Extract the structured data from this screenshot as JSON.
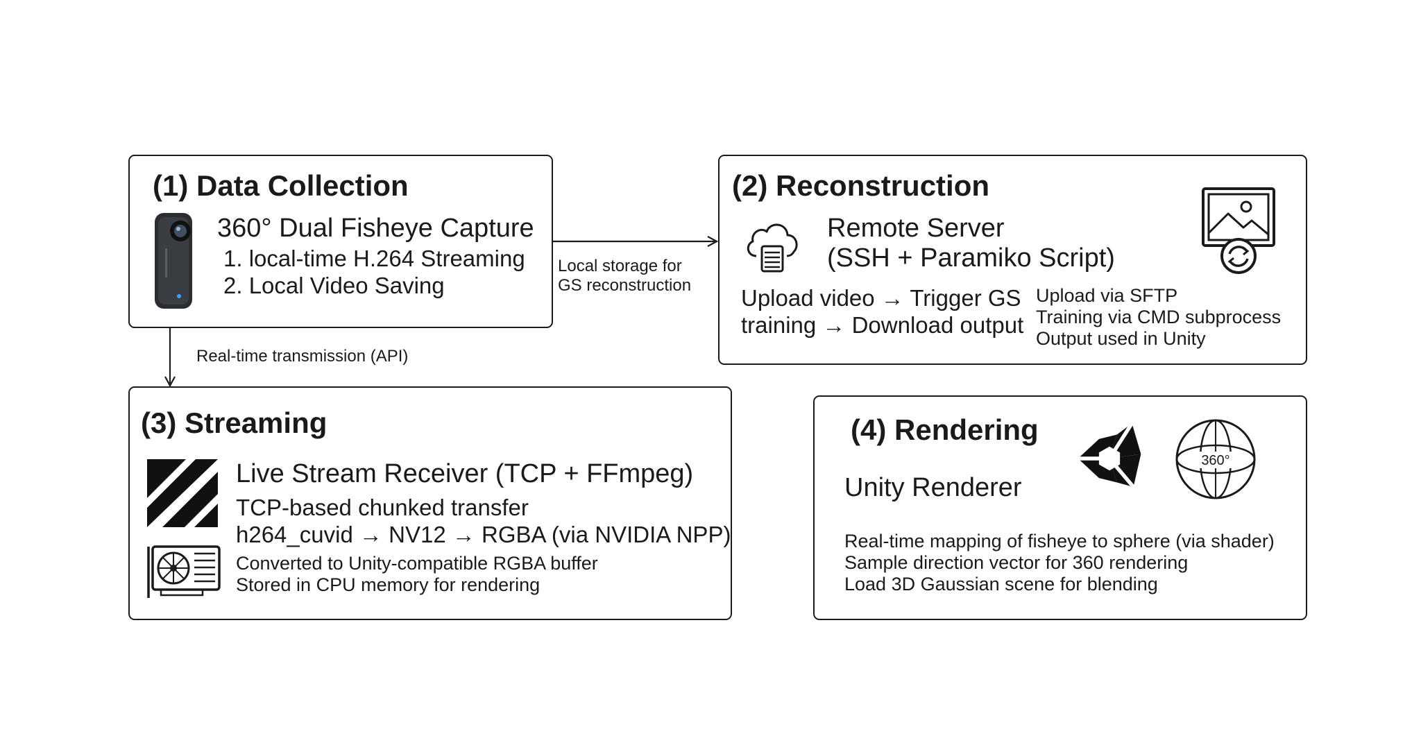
{
  "data_collection": {
    "title": "(1) Data Collection",
    "heading": "360° Dual Fisheye Capture",
    "items": [
      "1. local-time H.264 Streaming",
      "2. Local Video Saving"
    ]
  },
  "reconstruction": {
    "title": "(2) Reconstruction",
    "server_line1": "Remote Server",
    "server_line2": "(SSH + Paramiko Script)",
    "flow_line1": "Upload video → Trigger GS",
    "flow_line2": "training → Download output",
    "details": [
      "Upload via SFTP",
      "Training via CMD subprocess",
      "Output used in Unity"
    ]
  },
  "streaming": {
    "title": "(3) Streaming",
    "heading": "Live Stream Receiver (TCP + FFmpeg)",
    "line1": "TCP-based chunked transfer",
    "line2": "h264_cuvid → NV12 → RGBA (via NVIDIA NPP)",
    "details": [
      "Converted to Unity-compatible RGBA buffer",
      "Stored in CPU memory for rendering"
    ]
  },
  "rendering": {
    "title": "(4) Rendering",
    "heading": "Unity Renderer",
    "sphere_label": "360°",
    "details": [
      "Real-time mapping of fisheye to sphere (via shader)",
      "Sample direction vector for 360 rendering",
      "Load 3D Gaussian scene for blending"
    ]
  },
  "edges": {
    "to_reconstruction_line1": "Local storage for",
    "to_reconstruction_line2": "GS reconstruction",
    "to_streaming": "Real-time transmission (API)"
  },
  "icons": [
    "360-camera-icon",
    "cloud-server-icon",
    "image-sync-icon",
    "ffmpeg-logo-icon",
    "gpu-card-icon",
    "unity-logo-icon",
    "sphere-360-icon"
  ]
}
